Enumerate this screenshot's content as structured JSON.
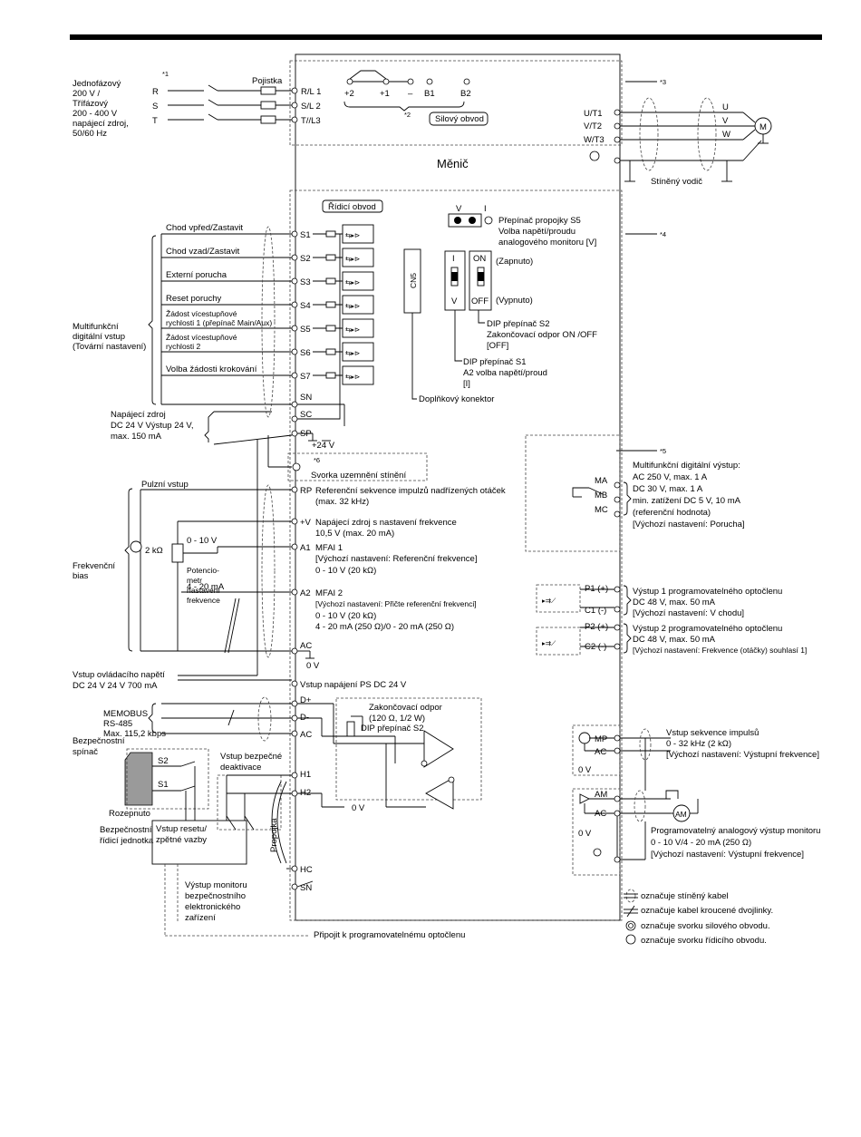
{
  "drive": {
    "title": "Měnič",
    "main_circuit": "Silový obvod",
    "control_circuit": "Řídicí obvod",
    "cn5": "CN5",
    "optional_connector": "Doplňkový konektor"
  },
  "notes": [
    "*1",
    "*2",
    "*3",
    "*4",
    "*5",
    "*6"
  ],
  "power": {
    "supply": [
      "Jednofázový",
      "200 V /",
      "Třífázový",
      "200 - 400 V",
      "napájecí zdroj,",
      "50/60 Hz"
    ],
    "fuse": "Pojistka",
    "phases": [
      "R",
      "S",
      "T"
    ],
    "terminals": [
      "R/L 1",
      "S/L 2",
      "T//L3"
    ],
    "dc_terminals": [
      "+2",
      "+1",
      "–",
      "B1",
      "B2"
    ],
    "outputs": [
      "U/T1",
      "V/T2",
      "W/T3"
    ],
    "motor_phases": [
      "U",
      "V",
      "W"
    ],
    "motor": "M",
    "shielded": "Stíněný vodič"
  },
  "switches": {
    "s5_labels": [
      "V",
      "I"
    ],
    "s5_text": [
      "Přepínač propojky S5",
      "Volba napětí/proudu",
      "analogového monitoru [V]"
    ],
    "s1_labels": [
      "I",
      "V"
    ],
    "s2_labels": [
      "ON",
      "OFF"
    ],
    "on_text": "(Zapnuto)",
    "off_text": "(Vypnuto)",
    "s2_text": [
      "DIP přepínač S2",
      "Zakončovací odpor ON /OFF",
      "[OFF]"
    ],
    "s1_text": [
      "DIP přepínač S1",
      "A2 volba napětí/proud",
      "[I]"
    ]
  },
  "digital_inputs": {
    "group_label": [
      "Multifunkční",
      "digitální vstup",
      "(Tovární nastavení)"
    ],
    "items": [
      {
        "term": "S1",
        "label": "Chod vpřed/Zastavit"
      },
      {
        "term": "S2",
        "label": "Chod vzad/Zastavit"
      },
      {
        "term": "S3",
        "label": "Externí porucha"
      },
      {
        "term": "S4",
        "label": "Reset poruchy"
      },
      {
        "term": "S5",
        "label": "Žádost vícestupňové",
        "label2": "rychlosti 1 (přepínač Main/Aux)"
      },
      {
        "term": "S6",
        "label": "Žádost vícestupňové",
        "label2": "rychlosti 2"
      },
      {
        "term": "S7",
        "label": "Volba žádosti krokování"
      }
    ],
    "sn": "SN",
    "sc": "SC",
    "sp": "SP",
    "plus24": "+24 V",
    "supply_text": [
      "Napájecí zdroj",
      "DC 24 V Výstup 24 V,",
      "max. 150 mA"
    ]
  },
  "shield_ground": "Svorka uzemnění stínění",
  "pulse_input": {
    "label": "Pulzní vstup",
    "term": "RP",
    "text": [
      "Referenční sekvence impulzů nadřízených otáček",
      "(max. 32 kHz)"
    ]
  },
  "freq_supply": {
    "term": "+V",
    "text": [
      "Napájecí zdroj s nastavení frekvence",
      "10,5 V (max. 20 mA)"
    ]
  },
  "analog": {
    "group": [
      "Frekvenční",
      "bias"
    ],
    "resistor": "2 kΩ",
    "range1": "0 - 10 V",
    "range2": "4 - 20 mA",
    "pot": [
      "Potencio-",
      "metr",
      "nastavení",
      "frekvence"
    ],
    "a1_term": "A1",
    "a1_text": [
      "MFAI 1",
      "[Výchozí nastavení: Referenční frekvence]",
      "0 - 10 V (20 kΩ)"
    ],
    "a2_term": "A2",
    "a2_text": [
      "MFAI 2",
      "[Výchozí nastavení: Přičte referenční frekvenci]",
      "0 - 10 V (20 kΩ)",
      "4 - 20 mA (250 Ω)/0 - 20 mA (250 Ω)"
    ],
    "ac_term": "AC",
    "zero_v": "0 V"
  },
  "ps24": {
    "left": [
      "Vstup ovládacího napětí",
      "DC 24 V 24 V 700 mA"
    ],
    "right": "Vstup napájení PS DC 24 V"
  },
  "memobus": {
    "left": [
      "MEMOBUS",
      "RS-485",
      "Max. 115,2 kbps"
    ],
    "terms": [
      "D+",
      "D-",
      "AC"
    ],
    "resistor": [
      "Zakončovací odpor",
      "(120 Ω, 1/2 W)",
      "DIP přepínač S2"
    ]
  },
  "safety": {
    "switch": [
      "Bezpečnostní",
      "spínač"
    ],
    "s2": "S2",
    "s1": "S1",
    "opened": "Rozepnuto",
    "unit": [
      "Bezpečnostní",
      "řídicí jednotka"
    ],
    "reset": [
      "Vstup resetu/",
      "zpětné vazby"
    ],
    "disable": [
      "Vstup bezpečné",
      "deaktivace"
    ],
    "jumper": "Propojka",
    "terms": [
      "H1",
      "H2",
      "HC",
      "SN"
    ],
    "zero_v": "0 V",
    "monitor": [
      "Výstup monitoru",
      "bezpečnostního",
      "elektronického",
      "zařízení"
    ],
    "connect": "Připojit k programovatelnému optočlenu"
  },
  "relay_out": {
    "text": [
      "Multifunkční digitální výstup:",
      "AC 250 V, max. 1 A",
      "DC 30 V, max. 1 A",
      "min. zatížení DC 5 V, 10 mA",
      "(referenční hodnota)",
      "[Výchozí nastavení: Porucha]"
    ],
    "terms": [
      "MA",
      "MB",
      "MC"
    ]
  },
  "photo": {
    "p1": "P1 (+)",
    "c1": "C1 (-)",
    "p1_text": [
      "Výstup 1 programovatelného optočlenu",
      "DC 48 V, max. 50 mA",
      "[Výchozí nastavení: V chodu]"
    ],
    "p2": "P2 (+)",
    "c2": "C2 (-)",
    "p2_text": [
      "Výstup 2 programovatelného optočlenu",
      "DC 48 V, max. 50 mA",
      "[Výchozí nastavení: Frekvence (otáčky) souhlasí 1]"
    ]
  },
  "pulse_out": {
    "terms": [
      "MP",
      "AC"
    ],
    "zero_v": "0 V",
    "text": [
      "Vstup sekvence impulsů",
      "0 - 32 kHz (2 kΩ)",
      "[Výchozí nastavení: Výstupní frekvence]"
    ]
  },
  "analog_out": {
    "terms": [
      "AM",
      "AC"
    ],
    "zero_v": "0 V",
    "meter": "AM",
    "text": [
      "Programovatelný analogový výstup monitoru",
      "0 - 10 V/4 - 20 mA (250 Ω)",
      "[Výchozí nastavení: Výstupní frekvence]"
    ]
  },
  "legend": [
    "označuje stíněný kabel",
    "označuje kabel kroucené dvojlinky.",
    "označuje svorku silového obvodu.",
    "označuje svorku řídicího obvodu."
  ]
}
